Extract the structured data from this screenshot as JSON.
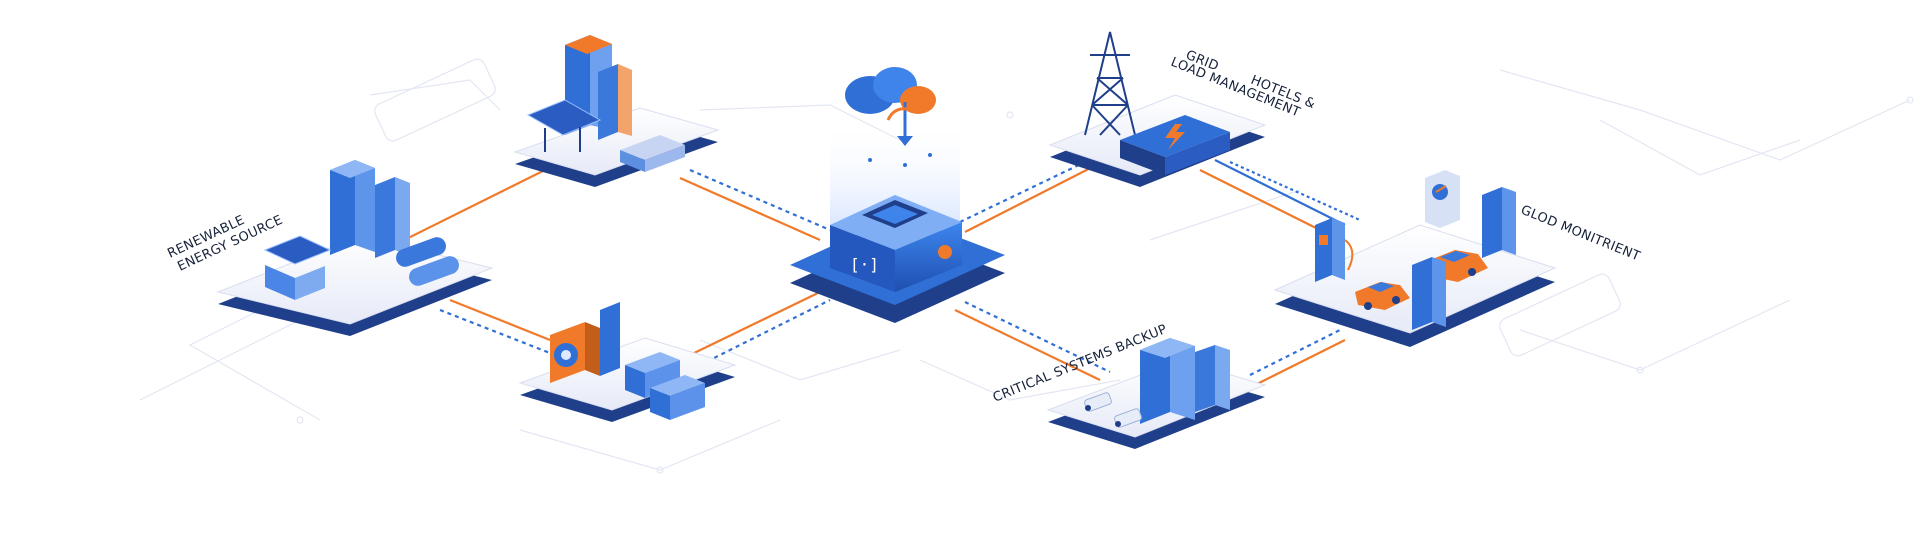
{
  "labels": {
    "renewable_line1": "RENEWABLE",
    "renewable_line2": "ENERGY SOURCE",
    "grid_line1": "GRID",
    "grid_line2": "HOTELS &",
    "grid_line3": "LOAD MANAGEMENT",
    "critical": "CRITICAL SYSTEMS BACKUP",
    "monitor": "GLOD MONITRIENT"
  },
  "icons": {
    "cloud": "cloud-sync-icon",
    "hub": "energy-hub-icon",
    "bolt": "lightning-icon",
    "tower": "power-tower-icon",
    "solar": "solar-panel-icon",
    "battery": "battery-icon",
    "camera": "security-camera-icon",
    "car": "electric-car-icon",
    "charger": "ev-charger-icon",
    "server": "server-rack-icon",
    "fan": "industrial-fan-icon"
  },
  "colors": {
    "primary": "#2f6fd6",
    "dark_blue": "#1f3f8a",
    "accent_orange": "#f07a2a",
    "platform": "#eef1fb",
    "line_light": "#d6dcef"
  }
}
